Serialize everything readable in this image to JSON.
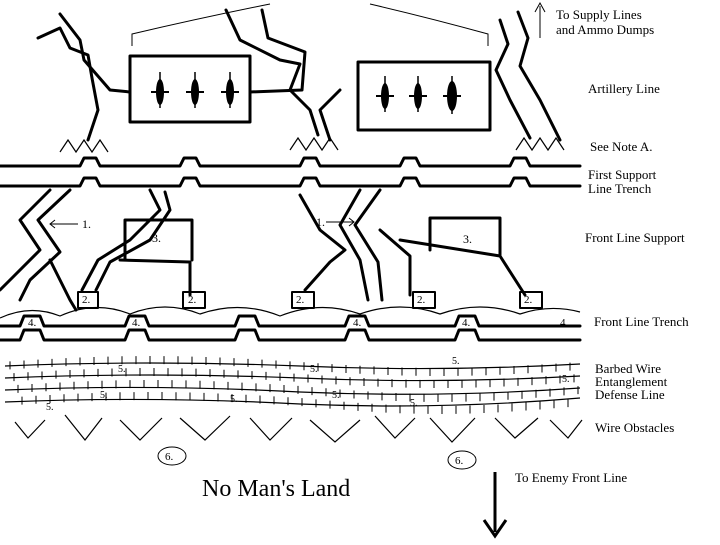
{
  "legend": {
    "supply_line1": "To Supply Lines",
    "supply_line2": "and Ammo Dumps",
    "artillery": "Artillery Line",
    "note_a": "See Note A.",
    "first_support_1": "First Support",
    "first_support_2": "Line Trench",
    "front_support": "Front Line Support",
    "front_trench": "Front Line Trench",
    "barbed_1": "Barbed Wire",
    "barbed_2": "Entanglement",
    "barbed_3": "Defense Line",
    "wire_obstacles": "Wire Obstacles",
    "enemy": "To Enemy Front Line"
  },
  "no_mans_land": "No Man's Land",
  "markers": {
    "m1": "1.",
    "m2": "2.",
    "m3": "3.",
    "m4": "4.",
    "m5": "5.",
    "m6": "6."
  },
  "colors": {
    "ink": "#000000",
    "paper": "#ffffff"
  }
}
